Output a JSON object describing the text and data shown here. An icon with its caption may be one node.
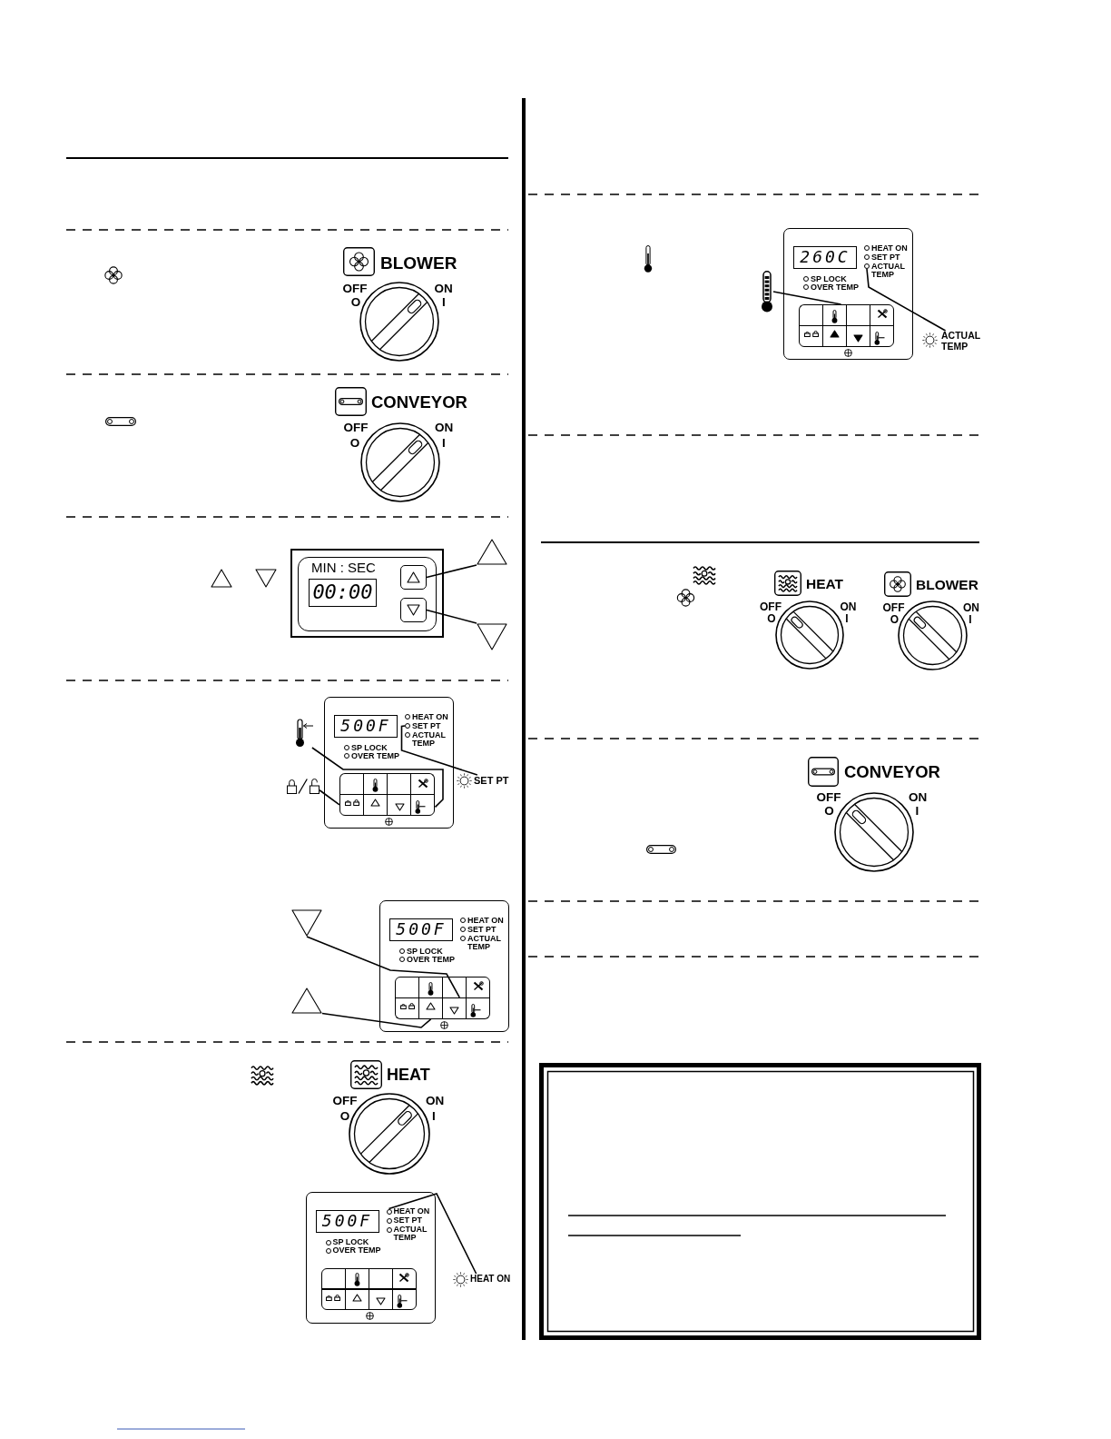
{
  "diagram": {
    "nodes": [
      {
        "text": [
          "MIN : SEC"
        ]
      },
      {
        "text": [
          "00:00"
        ],
        "in": 0
      },
      {
        "text": [],
        "shape": "box",
        "in": 0
      },
      {
        "text": [],
        "shape": "box",
        "in": 0
      },
      {
        "text": [],
        "shape": "triangle"
      },
      {
        "text": [],
        "shape": "triangle"
      },
      {
        "text": [],
        "shape": "thermometer"
      },
      {
        "text": [],
        "shape": "lock"
      },
      {
        "text": [
          "HEAT ON",
          "SET PT",
          "ACTUAL TEMP",
          "SP LOCK",
          "OVER TEMP"
        ]
      },
      {
        "text": [
          "500F"
        ],
        "in": 8
      },
      {
        "text": [],
        "shape": "circle",
        "in": 8
      },
      {
        "text": [],
        "shape": "box",
        "in": 8
      },
      {
        "text": [],
        "shape": "box",
        "in": 8
      },
      {
        "text": [
          "SET PT"
        ]
      },
      {
        "text": [],
        "shape": "triangle"
      },
      {
        "text": [],
        "shape": "triangle"
      },
      {
        "text": [
          "HEAT ON",
          "SET PT",
          "ACTUAL TEMP",
          "SP LOCK",
          "OVER TEMP"
        ]
      },
      {
        "text": [
          "500F"
        ],
        "in": 16
      },
      {
        "text": [],
        "shape": "box",
        "in": 16
      },
      {
        "text": [],
        "shape": "box",
        "in": 16
      },
      {
        "text": [
          "HEAT ON",
          "SET PT",
          "ACTUAL TEMP",
          "SP LOCK",
          "OVER TEMP"
        ]
      },
      {
        "text": [
          "500F"
        ],
        "in": 20
      },
      {
        "text": [],
        "shape": "circle",
        "in": 20
      },
      {
        "text": [
          "HEAT ON"
        ]
      },
      {
        "text": [],
        "shape": "thermometer"
      },
      {
        "text": [
          "HEAT ON",
          "SET PT",
          "ACTUAL TEMP",
          "SP LOCK",
          "OVER TEMP"
        ]
      },
      {
        "text": [
          "260C"
        ],
        "in": 25
      },
      {
        "text": [],
        "shape": "circle",
        "in": 25
      },
      {
        "text": [],
        "shape": "box",
        "in": 25
      },
      {
        "text": [
          "ACTUAL TEMP"
        ]
      }
    ],
    "edges": [
      {
        "from": 4,
        "to": 2,
        "arrow": "none"
      },
      {
        "from": 5,
        "to": 3,
        "arrow": "none"
      },
      {
        "from": 6,
        "to": 12,
        "arrow": "none"
      },
      {
        "from": 7,
        "to": 11,
        "arrow": "none"
      },
      {
        "from": 13,
        "to": 10,
        "arrow": "none"
      },
      {
        "from": 14,
        "to": 19,
        "arrow": "none"
      },
      {
        "from": 15,
        "to": 18,
        "arrow": "none"
      },
      {
        "from": 23,
        "to": 22,
        "arrow": "none"
      },
      {
        "from": 24,
        "to": 28,
        "arrow": "none"
      },
      {
        "from": 29,
        "to": 27,
        "arrow": "none"
      }
    ],
    "labels": [
      "BLOWER",
      "OFF",
      "O",
      "ON",
      "I",
      "CONVEYOR",
      "OFF",
      "O",
      "ON",
      "I",
      "HEAT",
      "OFF",
      "O",
      "ON",
      "I",
      "HEAT",
      "OFF",
      "O",
      "ON",
      "I",
      "BLOWER",
      "OFF",
      "O",
      "ON",
      "I",
      "CONVEYOR",
      "OFF",
      "O",
      "ON",
      "I"
    ]
  }
}
